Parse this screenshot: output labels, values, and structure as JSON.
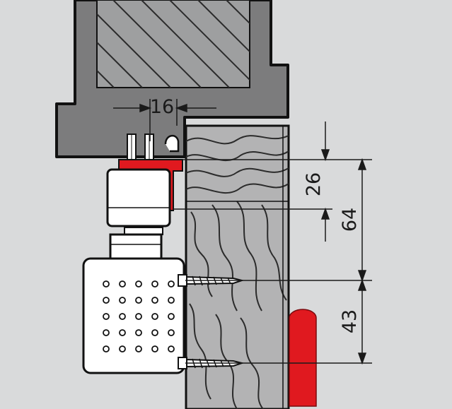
{
  "diagram": {
    "colors": {
      "background": "#d9dadb",
      "frame": "#7c7c7d",
      "outline": "#111111",
      "wood_light": "#b3b3b4",
      "wood_dark": "#9e9fa0",
      "hatch": "#2b2b2b",
      "red_part": "#e0191f",
      "device_fill": "#ffffff",
      "dim_line": "#1a1a1a"
    },
    "dimensions": {
      "horizontal_gap": "16",
      "upper_offset": "26",
      "overall_offset": "64",
      "screw_spacing": "43"
    },
    "device": {
      "hole_grid_rows": 5,
      "hole_grid_cols": 5
    }
  }
}
